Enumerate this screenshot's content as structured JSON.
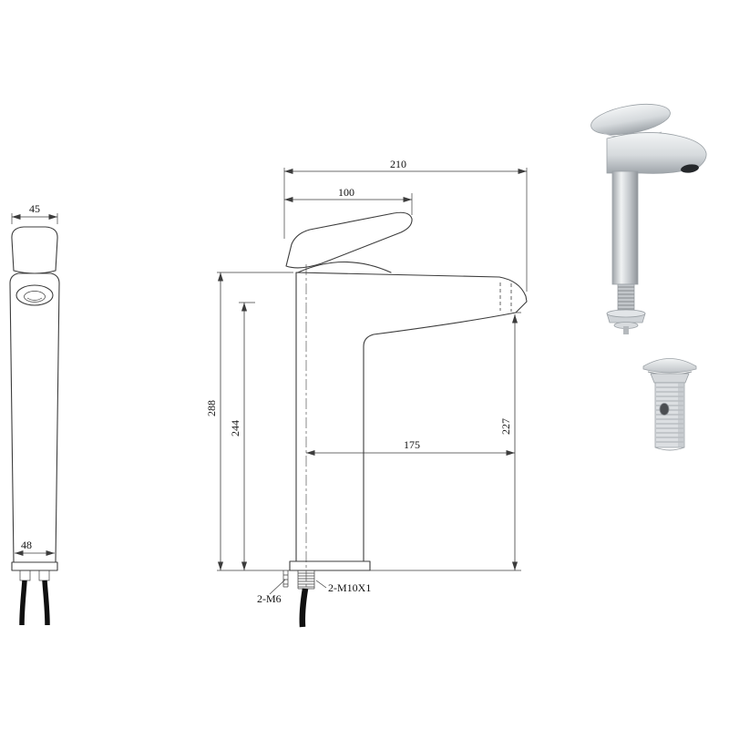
{
  "colors": {
    "ink": "#3c3c3c",
    "label": "#111111",
    "chrome_light": "#eef0f2",
    "chrome_dark": "#9aa0a5"
  },
  "front_view": {
    "dim_handle_width": "45",
    "dim_base_width": "48"
  },
  "side_view": {
    "dim_overall_depth": "210",
    "dim_handle_length": "100",
    "dim_overall_height": "288",
    "dim_body_height": "244",
    "dim_outlet_height": "227",
    "dim_spout_reach": "175",
    "shank_thread_label": "2-M10X1",
    "stud_thread_label": "2-M6"
  }
}
